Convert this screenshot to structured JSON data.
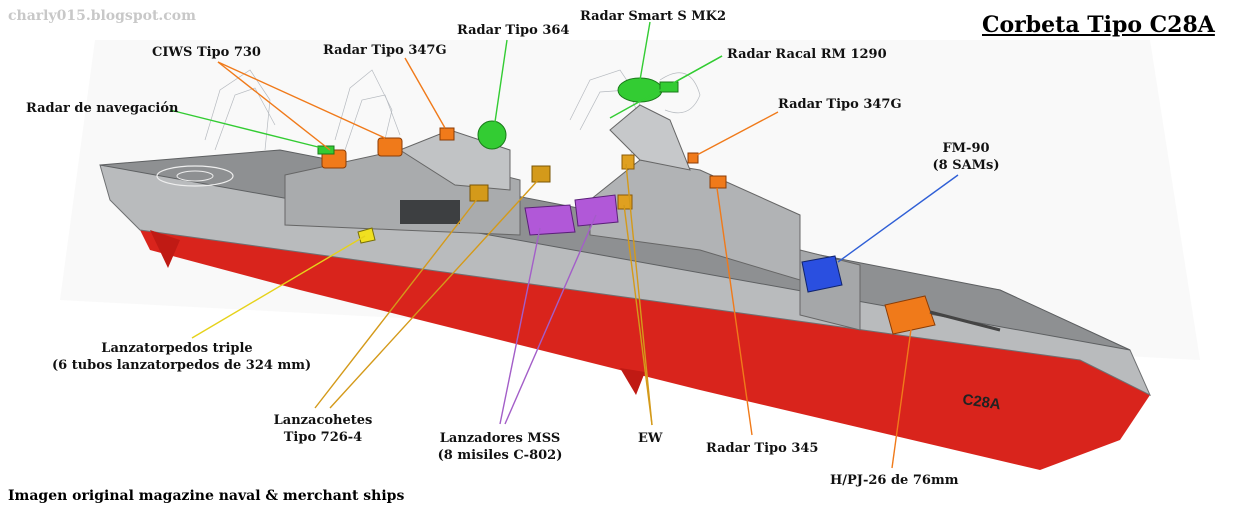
{
  "watermark": "charly015.blogspot.com",
  "title": "Corbeta Tipo C28A",
  "credit": "Imagen original magazine naval & merchant ships",
  "hull_number": "C28A",
  "labels": {
    "ciws": "CIWS Tipo 730",
    "radar_347g_aft": "Radar Tipo 347G",
    "radar_364": "Radar Tipo 364",
    "radar_smart_s": "Radar Smart S MK2",
    "radar_racal": "Radar Racal RM 1290",
    "radar_347g_fwd": "Radar Tipo 347G",
    "radar_nav": "Radar de navegación",
    "fm90_line1": "FM-90",
    "fm90_line2": "(8 SAMs)",
    "torpedo_line1": "Lanzatorpedos triple",
    "torpedo_line2": "(6 tubos lanzatorpedos de 324 mm)",
    "rocket_line1": "Lanzacohetes",
    "rocket_line2": "Tipo 726-4",
    "mss_line1": "Lanzadores MSS",
    "mss_line2": "(8 misiles C-802)",
    "ew": "EW",
    "radar_345": "Radar Tipo 345",
    "gun_76": "H/PJ-26 de 76mm"
  },
  "colors": {
    "hull_red": "#d9241c",
    "superstructure": "#b4b6b8",
    "deck": "#8e9092",
    "callout_orange": "#f07a1a",
    "callout_green": "#33cc33",
    "callout_yellow": "#e6d21a",
    "callout_gold": "#d49a1a",
    "callout_purple": "#a35ec8",
    "callout_blue": "#2f5fd6"
  }
}
